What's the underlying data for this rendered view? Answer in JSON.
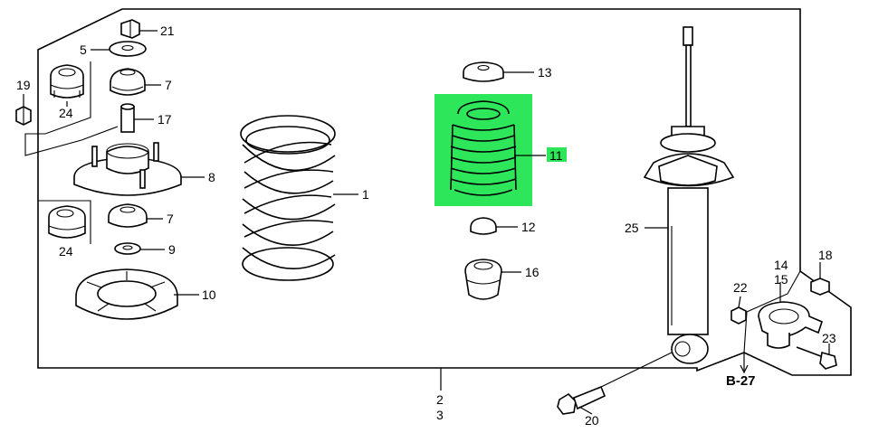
{
  "colors": {
    "highlight": "#2ee65a",
    "ink": "#000000"
  },
  "callouts": {
    "c1": "1",
    "c2": "2",
    "c3": "3",
    "c5": "5",
    "c7a": "7",
    "c7b": "7",
    "c8": "8",
    "c9": "9",
    "c10": "10",
    "c11": "11",
    "c12": "12",
    "c13": "13",
    "c14": "14",
    "c15": "15",
    "c16": "16",
    "c17": "17",
    "c18": "18",
    "c19": "19",
    "c20": "20",
    "c21": "21",
    "c22": "22",
    "c23": "23",
    "c24a": "24",
    "c24b": "24",
    "c25": "25"
  },
  "reference": {
    "label": "B-27"
  },
  "highlighted_part": "11"
}
